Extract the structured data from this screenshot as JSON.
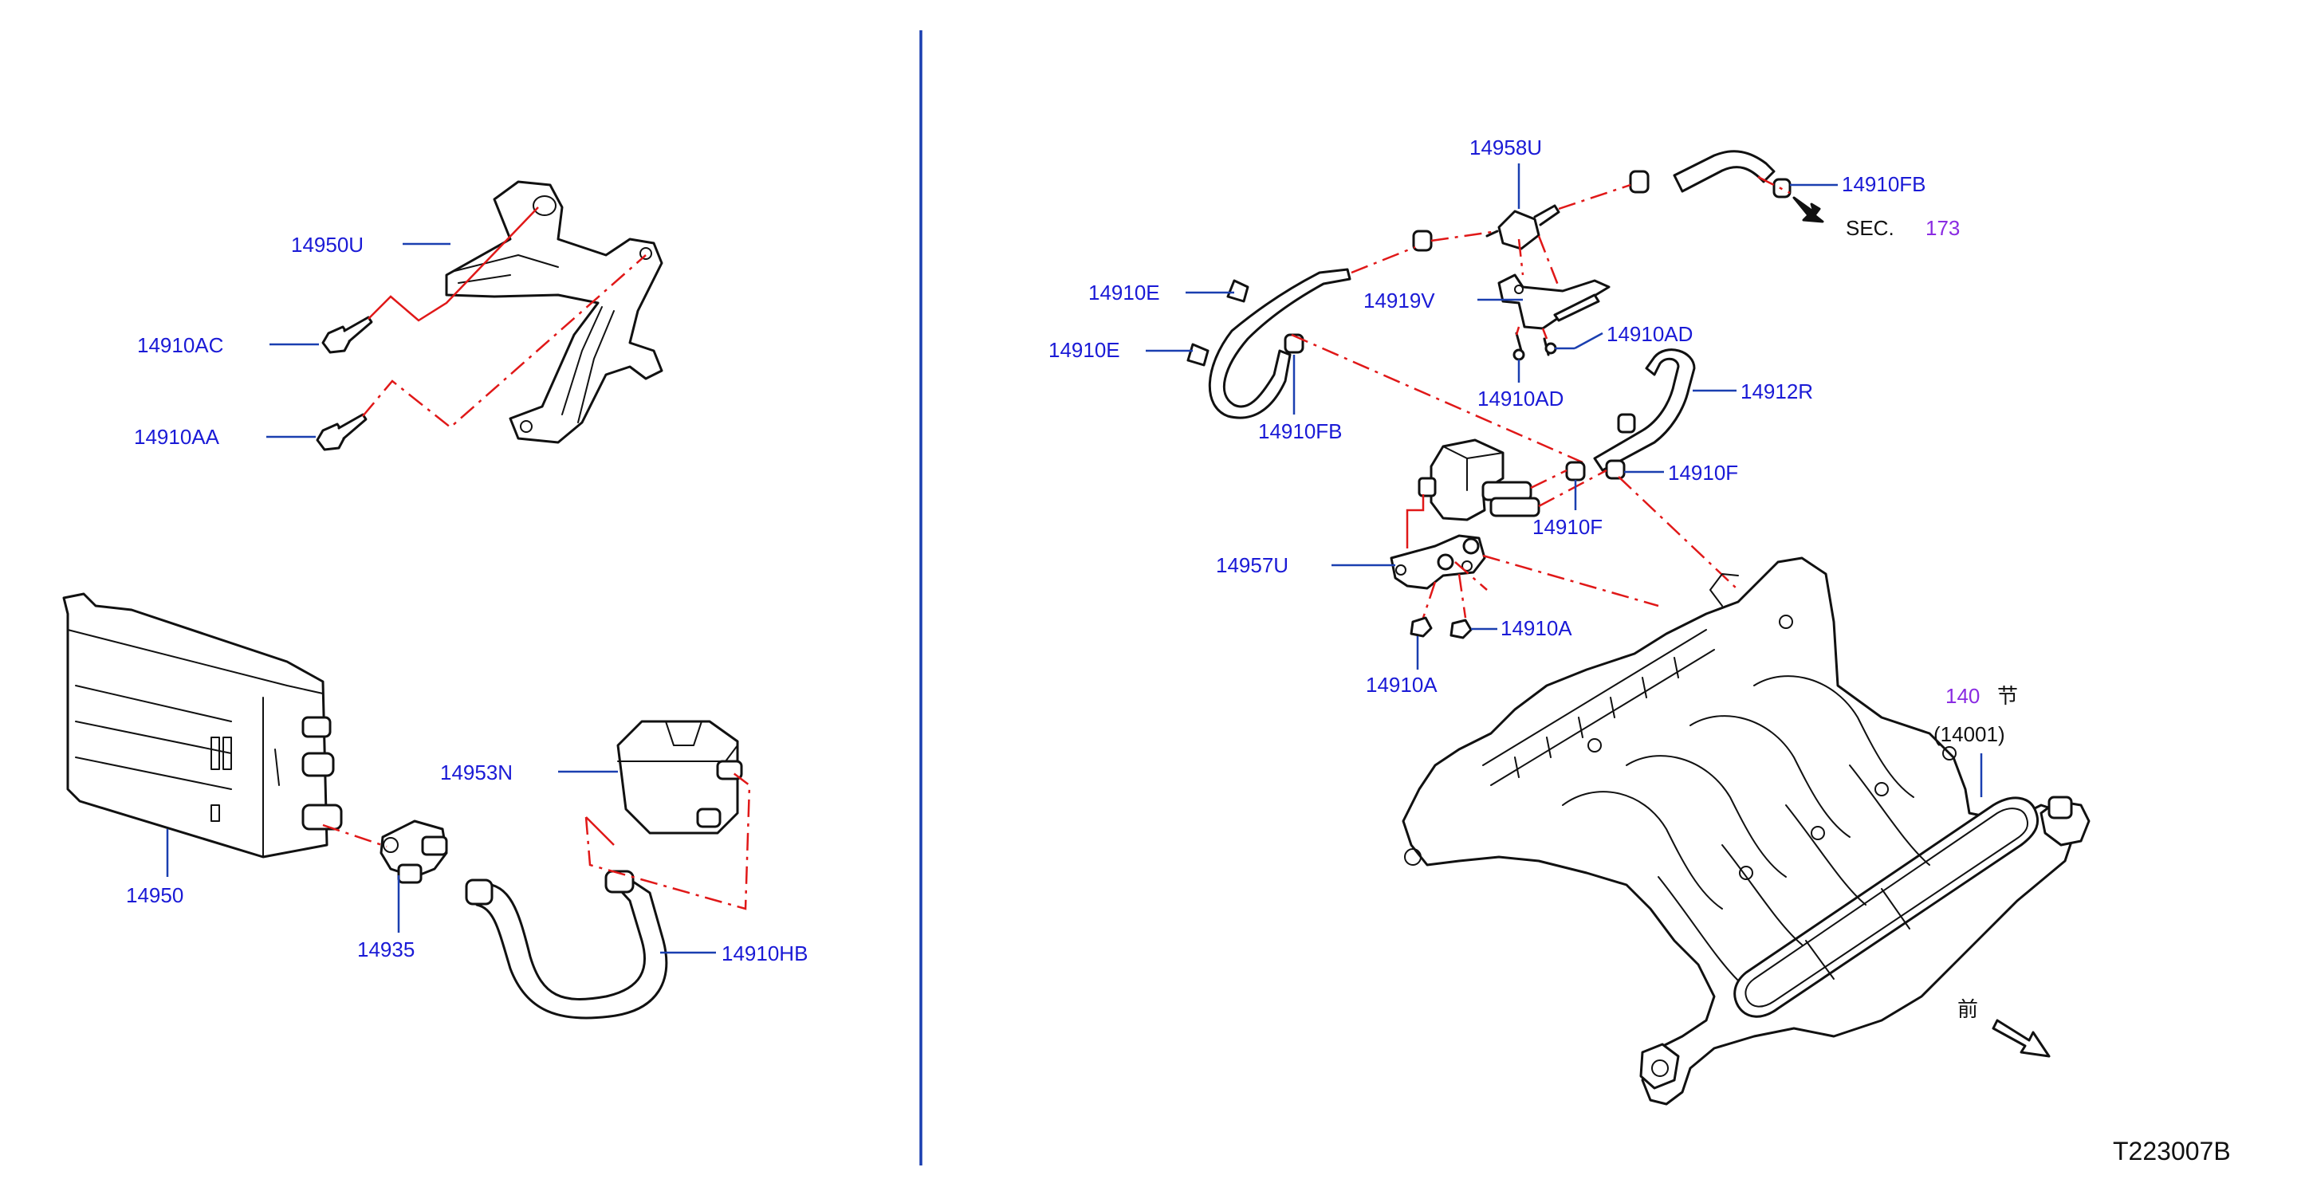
{
  "labels": {
    "p14950U": "14950U",
    "p14910AC": "14910AC",
    "p14910AA": "14910AA",
    "p14950": "14950",
    "p14935": "14935",
    "p14953N": "14953N",
    "p14910HB": "14910HB",
    "p14958U": "14958U",
    "p14910FB_top": "14910FB",
    "sec": "SEC.",
    "sec_num": "173",
    "p14910E_a": "14910E",
    "p14910E_b": "14910E",
    "p14919V": "14919V",
    "p14910AD_a": "14910AD",
    "p14910AD_b": "14910AD",
    "p14910FB_mid": "14910FB",
    "p14912R": "14912R",
    "p14910F_a": "14910F",
    "p14910F_b": "14910F",
    "p14957U": "14957U",
    "p14910A_a": "14910A",
    "p14910A_b": "14910A",
    "ref140": "140",
    "ref140_char": "节",
    "ref14001": "(14001)",
    "front_char": "前",
    "diagram_code": "T223007B"
  },
  "colors": {
    "label": "#1a1ad6",
    "leader": "#1a3fb0",
    "phantom_line": "#e01818",
    "section_ref": "#8a2be2",
    "outline": "#111111"
  }
}
